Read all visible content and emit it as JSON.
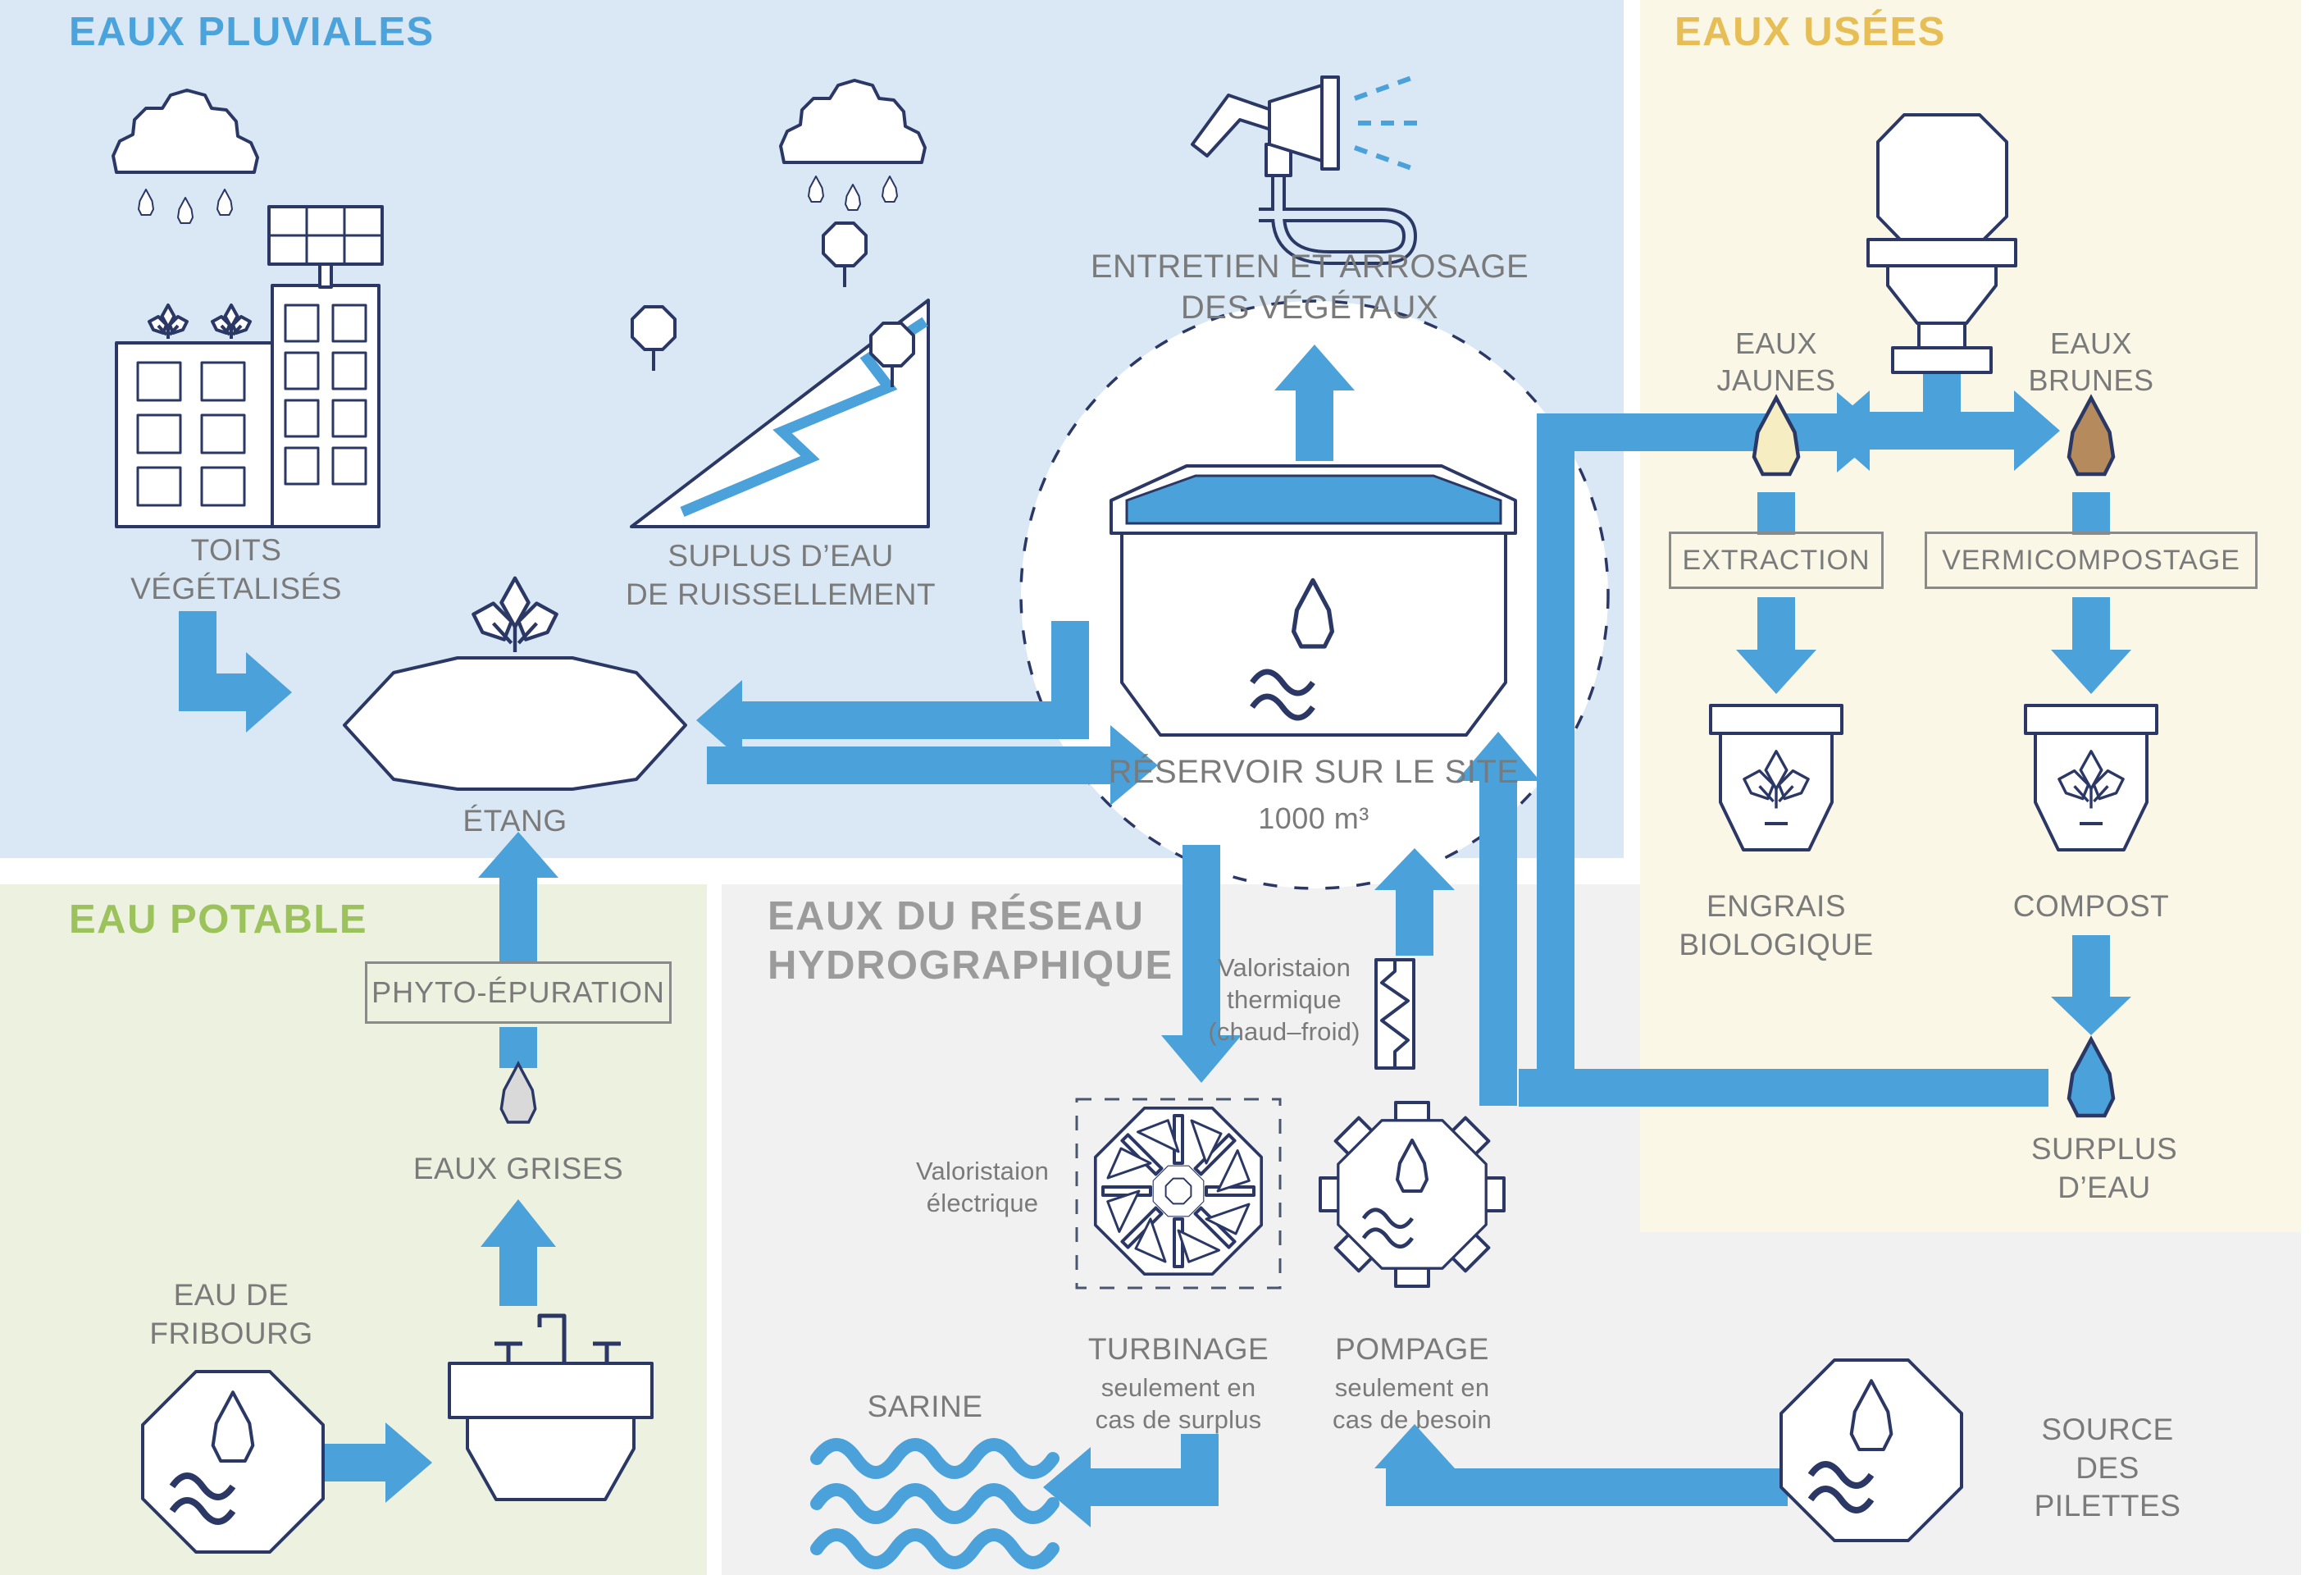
{
  "sections": {
    "pluviales": {
      "title": "EAUX PLUVIALES",
      "color": "#4BA3DB",
      "bg": "#D9E8F4"
    },
    "usees": {
      "title": "EAUX USÉES",
      "color": "#E6BE55",
      "bg": "#FAF7E6"
    },
    "potable": {
      "title": "EAU POTABLE",
      "color": "#9CC25B",
      "bg": "#EDF1DF"
    },
    "reseau": {
      "title": "EAUX DU RÉSEAU\nHYDROGRAPHIQUE",
      "color": "#9B9B9B",
      "bg": "#F1F1F2"
    }
  },
  "nodes": {
    "toits": "TOITS\nVÉGÉTALISÉS",
    "suplus": "SUPLUS D’EAU\nDE RUISSELLEMENT",
    "etang": "ÉTANG",
    "entretien": "ENTRETIEN ET ARROSAGE\nDES VÉGÉTAUX",
    "reservoir_title": "RÉSERVOIR SUR LE SITE",
    "reservoir_capacity": "1000 m³",
    "eaux_jaunes": "EAUX\nJAUNES",
    "eaux_brunes": "EAUX\nBRUNES",
    "extraction": "EXTRACTION",
    "vermicompostage": "VERMICOMPOSTAGE",
    "engrais": "ENGRAIS\nBIOLOGIQUE",
    "compost": "COMPOST",
    "surplus": "SURPLUS D’EAU",
    "phyto": "PHYTO-ÉPURATION",
    "eaux_grises": "EAUX GRISES",
    "fribourg": "EAU DE\nFRIBOURG",
    "thermique": "Valoristaion\nthermique\n(chaud–froid)",
    "electrique": "Valoristaion\nélectrique",
    "turbinage": "TURBINAGE",
    "turbinage_note": "seulement en\ncas de surplus",
    "pompage": "POMPAGE",
    "pompage_note": "seulement en\ncas de besoin",
    "sarine": "SARINE",
    "source_pilettes": "SOURCE\nDES PILETTES"
  },
  "colors": {
    "arrow": "#4BA1D9",
    "outline": "#2B3866",
    "label": "#7A7A7A",
    "box_border": "#8A8A8A",
    "drop_jaune": "#F6EEC2",
    "drop_brune": "#B58B5D",
    "drop_grise": "#D9D9D9",
    "drop_bleue": "#4BA1D9",
    "pond": "#4BA1D9"
  }
}
